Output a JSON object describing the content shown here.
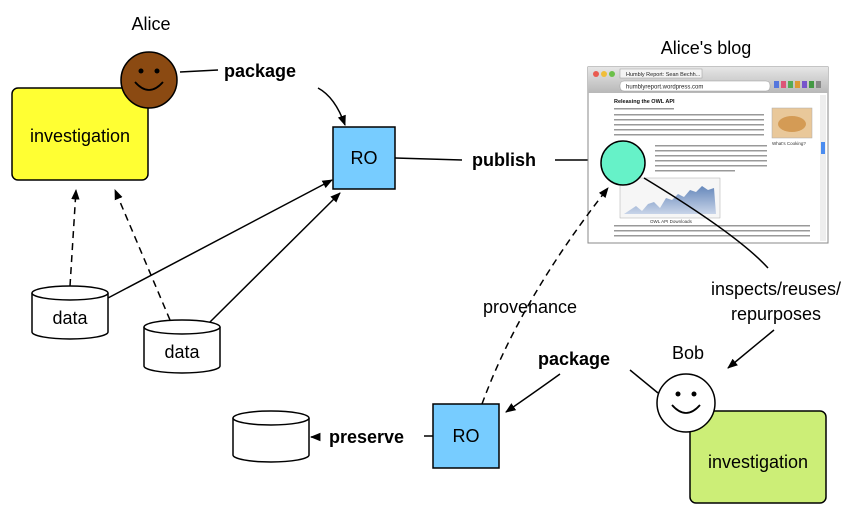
{
  "actors": {
    "alice": {
      "name": "Alice",
      "face": "smiley-face-brown"
    },
    "bob": {
      "name": "Bob",
      "face": "smiley-face-white"
    }
  },
  "boxes": {
    "alice_investigation": "investigation",
    "bob_investigation": "investigation",
    "ro_top": "RO",
    "ro_bottom": "RO"
  },
  "data_stores": {
    "data_1": "data",
    "data_2": "data",
    "archive": ""
  },
  "edge_labels": {
    "package_top": "package",
    "publish": "publish",
    "provenance": "provenance",
    "inspects": [
      "inspects/reuses/",
      "repurposes"
    ],
    "package_bottom": "package",
    "preserve": "preserve"
  },
  "blog": {
    "title": "Alice's blog",
    "tab_title": "Humbly Report: Sean Bechh...",
    "url": "humblyreport.wordpress.com",
    "post_title": "Releasing the OWL API",
    "figure_caption": "OWL API Downloads",
    "side_caption": "What's Cooking?"
  },
  "colors": {
    "yellow_box": "#ffff33",
    "green_box": "#ccee77",
    "ro_blue": "#77ccff",
    "alice_face": "#8b4a12",
    "bob_face": "#ffffff",
    "blog_circle": "#66f2c8"
  }
}
